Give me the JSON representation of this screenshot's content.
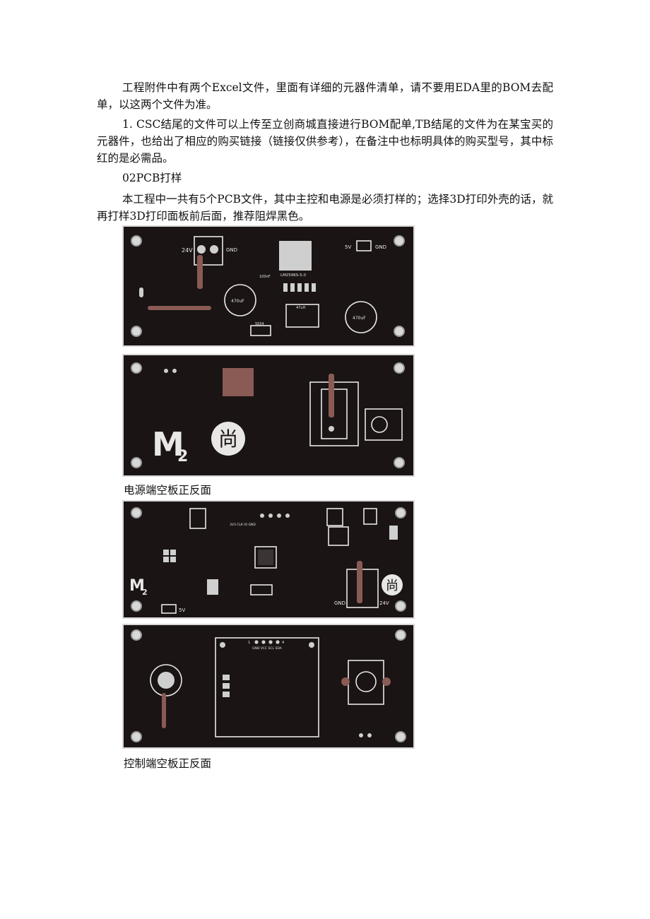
{
  "paragraphs": {
    "p1": "工程附件中有两个Excel文件，里面有详细的元器件清单，请不要用EDA里的BOM去配单，以这两个文件为准。",
    "p2": "1. CSC结尾的文件可以上传至立创商城直接进行BOM配单,TB结尾的文件为在某宝买的元器件，也给出了相应的购买链接（链接仅供参考），在备注中也标明具体的购买型号，其中标红的是必需品。",
    "p3": "02PCB打样",
    "p4": "本工程中一共有5个PCB文件，其中主控和电源是必须打样的；选择3D打印外壳的话，就再打样3D打印面板前后面，推荐阻焊黑色。"
  },
  "captions": {
    "power": "电源端空板正反面",
    "control": "控制端空板正反面"
  },
  "silkscreen": {
    "v24": "24V",
    "gnd": "GND",
    "v5": "5V",
    "cap1": "470uF",
    "cap2": "470uF",
    "ind": "47uH",
    "ic": "LM2596S-5.0",
    "diode": "SS54",
    "c100": "100nF",
    "logo_m": "M",
    "logo_2": "2",
    "logo_shang": "尚",
    "swd": "3V3 CLK IO GND",
    "oled": "GND VCC SCL SDA",
    "one": "1",
    "four": "4"
  },
  "colors": {
    "board": "#1a1414",
    "silkscreen": "#e9e6e6",
    "copper": "#8a5a55"
  }
}
